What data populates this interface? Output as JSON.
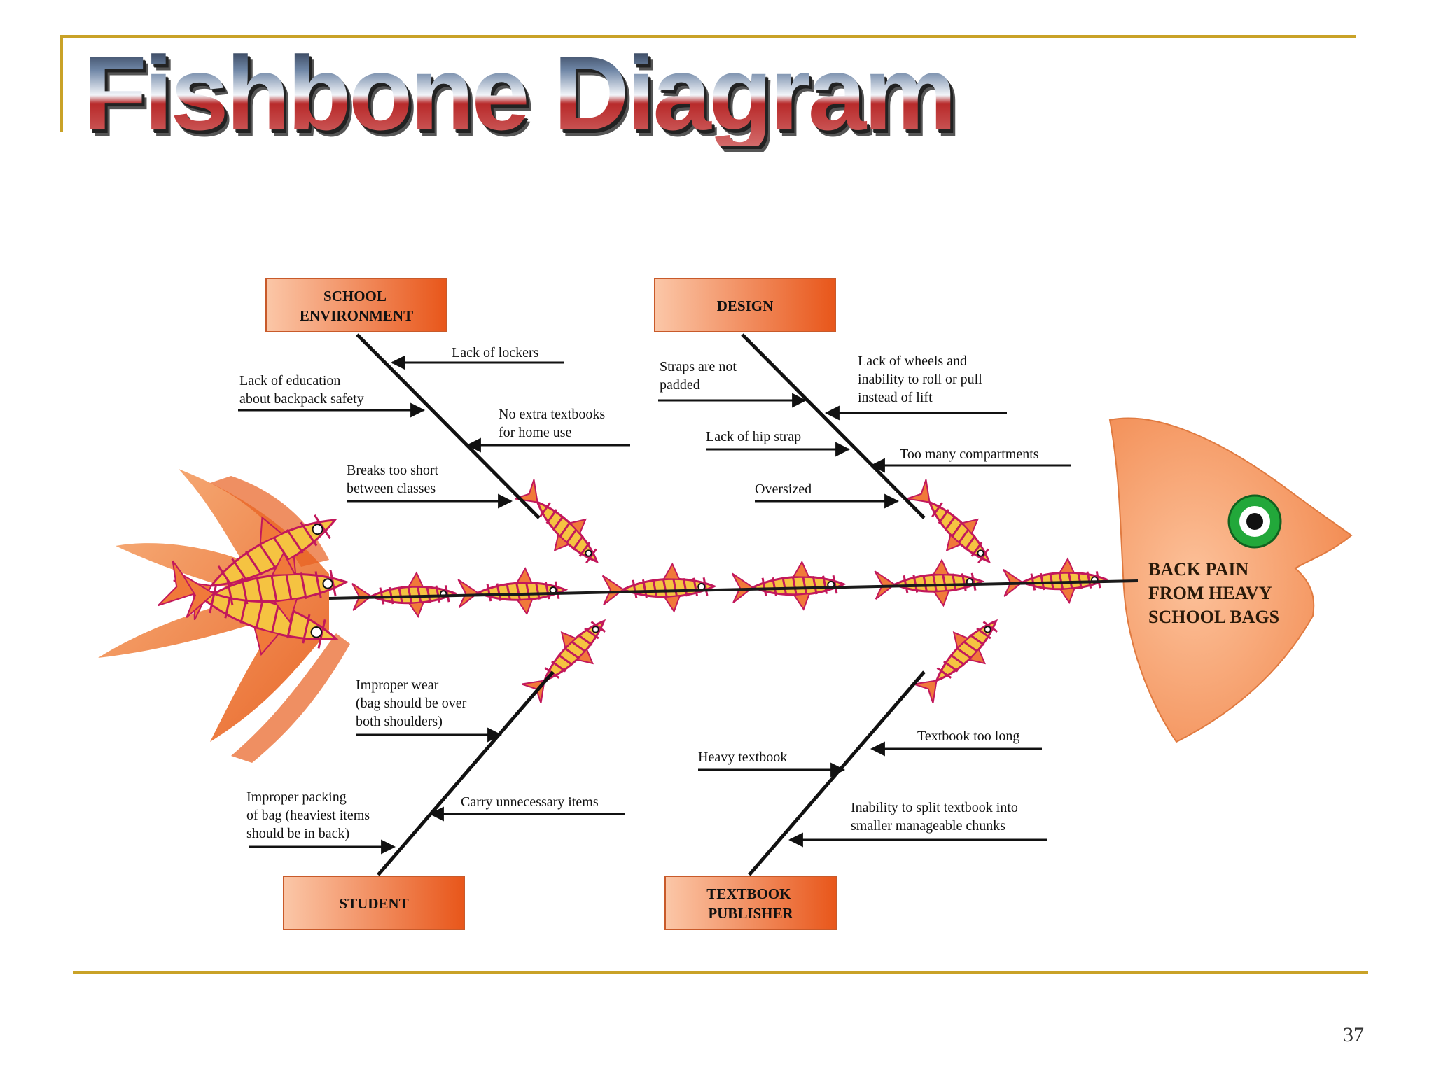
{
  "slide": {
    "title": "Fishbone Diagram",
    "page_number": "37"
  },
  "effect": {
    "lines": [
      "BACK PAIN",
      "FROM HEAVY",
      "SCHOOL BAGS"
    ]
  },
  "categories": {
    "school_environment": {
      "lines": [
        "SCHOOL",
        "ENVIRONMENT"
      ],
      "causes": [
        [
          "Lack of lockers"
        ],
        [
          "Lack of education",
          "about backpack safety"
        ],
        [
          "No extra textbooks",
          "for home use"
        ],
        [
          "Breaks too short",
          "between classes"
        ]
      ]
    },
    "design": {
      "lines": [
        "DESIGN"
      ],
      "causes": [
        [
          "Straps are not",
          "padded"
        ],
        [
          "Lack of wheels and",
          "inability to roll or pull",
          "instead of lift"
        ],
        [
          "Lack of hip strap"
        ],
        [
          "Too many compartments"
        ],
        [
          "Oversized"
        ]
      ]
    },
    "student": {
      "lines": [
        "STUDENT"
      ],
      "causes": [
        [
          "Improper wear",
          "(bag should be over",
          "both shoulders)"
        ],
        [
          "Improper packing",
          "of bag (heaviest items",
          "should be in back)"
        ],
        [
          "Carry unnecessary items"
        ]
      ]
    },
    "textbook_publisher": {
      "lines": [
        "TEXTBOOK",
        "PUBLISHER"
      ],
      "causes": [
        [
          "Textbook too long"
        ],
        [
          "Heavy textbook"
        ],
        [
          "Inability to split textbook into",
          "smaller manageable chunks"
        ]
      ]
    }
  },
  "colors": {
    "accent_line": "#c9a227",
    "category_box_light": "#fbc7a8",
    "category_box_dark": "#e8561a",
    "fish_head": "#f59a66",
    "fish_eye": "#22a83a",
    "fish_skeleton": "#c2185b",
    "fish_fin": "#f0793a"
  },
  "icons": {
    "fish_skeleton": "fish-skeleton-icon",
    "fish_head": "fish-head-icon",
    "fish_tail": "fish-tail-icon"
  }
}
